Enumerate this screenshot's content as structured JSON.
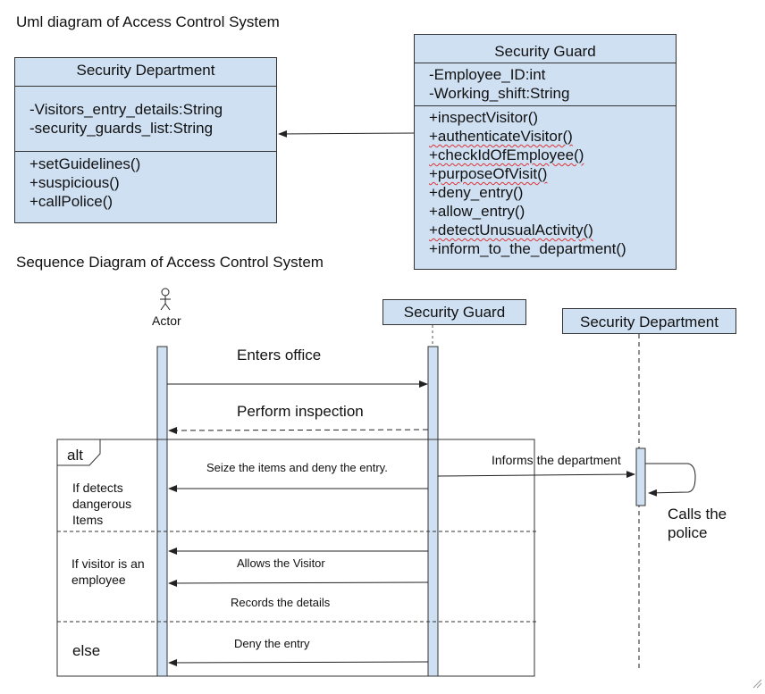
{
  "uml_title": "Uml diagram of Access Control System",
  "seq_title": "Sequence Diagram of Access Control System",
  "security_department_class": {
    "name": "Security Department",
    "attributes": [
      "-Visitors_entry_details:String",
      "-security_guards_list:String"
    ],
    "methods": [
      "+setGuidelines()",
      "+suspicious()",
      "+callPolice()"
    ]
  },
  "security_guard_class": {
    "name": "Security Guard",
    "attributes": [
      "-Employee_ID:int",
      "-Working_shift:String"
    ],
    "methods": [
      "+inspectVisitor()",
      "+authenticateVisitor()",
      "+checkIdOfEmployee()",
      "+purposeOfVisit()",
      "+deny_entry()",
      "+allow_entry()",
      "+detectUnusualActivity()",
      "+inform_to_the_department()"
    ]
  },
  "sequence": {
    "actor_label": "Actor",
    "guard_lifeline": "Security Guard",
    "department_lifeline": "Security Department",
    "alt_label": "alt",
    "messages": {
      "enters_office": "Enters office",
      "perform_inspection": "Perform inspection",
      "seize_items": "Seize the items and deny the entry.",
      "informs_department": "Informs the department",
      "allows_visitor": "Allows the Visitor",
      "records_details": "Records the details",
      "deny_entry": "Deny the entry",
      "calls_police": "Calls the police"
    },
    "guards": {
      "dangerous": "If detects dangerous Items",
      "employee": "If visitor is an employee",
      "else": "else"
    }
  },
  "colors": {
    "box_fill": "#cfe0f3",
    "border": "#333333"
  }
}
